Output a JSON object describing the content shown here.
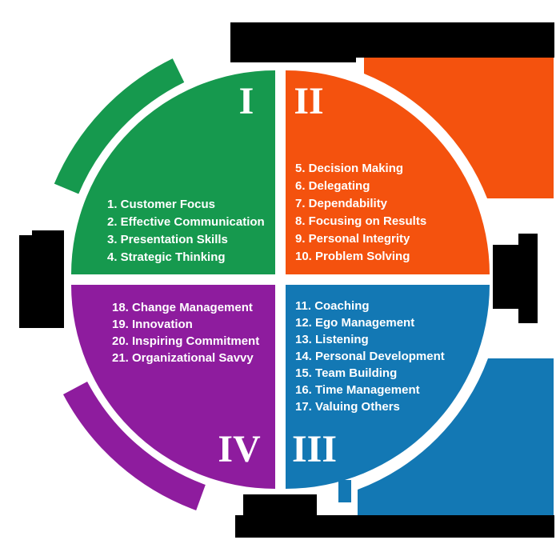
{
  "title": "four-quadrant leadership skills wheel",
  "colors": {
    "green": "#16994E",
    "orange": "#F4520E",
    "blue": "#1378B4",
    "purple": "#8E1C9E",
    "black": "#000000",
    "text_on_quadrant": "#FFFFFF"
  },
  "quadrants": [
    {
      "numeral": "I",
      "color": "green",
      "items": [
        "1. Customer Focus",
        "2. Effective Communication",
        "3. Presentation Skills",
        "4. Strategic Thinking"
      ]
    },
    {
      "numeral": "II",
      "color": "orange",
      "items": [
        "5. Decision Making",
        "6. Delegating",
        "7. Dependability",
        "8. Focusing on Results",
        "9. Personal Integrity",
        "10. Problem Solving"
      ]
    },
    {
      "numeral": "III",
      "color": "blue",
      "items": [
        "11. Coaching",
        "12. Ego Management",
        "13. Listening",
        "14. Personal Development",
        "15. Team Building",
        "16. Time Management",
        "17. Valuing Others"
      ]
    },
    {
      "numeral": "IV",
      "color": "purple",
      "items": [
        "18. Change Management",
        "19. Innovation",
        "20. Inspiring Commitment",
        "21. Organizational Savvy"
      ]
    }
  ]
}
